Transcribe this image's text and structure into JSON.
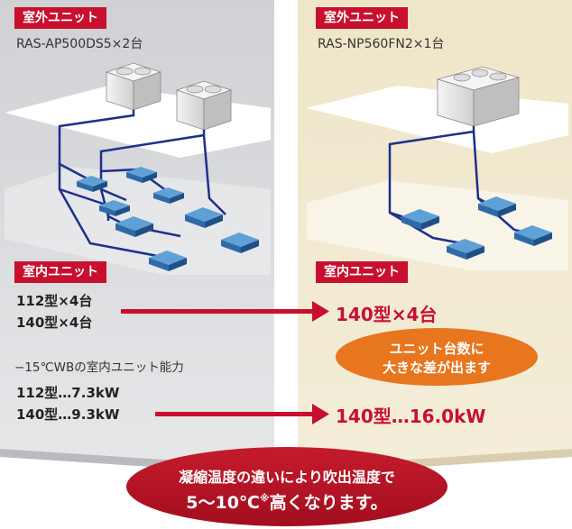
{
  "left": {
    "outdoor_tag": "室外ユニット",
    "outdoor_model": "RAS-AP500DS5×2台",
    "indoor_tag": "室内ユニット",
    "indoor_spec_1": "112型×4台",
    "indoor_spec_2": "140型×4台",
    "capacity_note": "−15℃WBの室内ユニット能力",
    "capacity_1": "112型…7.3kW",
    "capacity_2": "140型…9.3kW"
  },
  "right": {
    "outdoor_tag": "室外ユニット",
    "outdoor_model": "RAS-NP560FN2×1台",
    "indoor_tag": "室内ユニット",
    "indoor_spec": "140型×4台",
    "callout_line1": "ユニット台数に",
    "callout_line2": "大きな差が出ます",
    "capacity": "140型…16.0kW"
  },
  "footer": {
    "line1": "凝縮温度の違いにより吹出温度で",
    "line2_main": "5〜10℃",
    "line2_sup": "※",
    "line2_tail": "高くなります。"
  },
  "colors": {
    "accent_red": "#c8102e",
    "callout_orange": "#e8761e",
    "left_panel": "#e1e2e4",
    "right_panel": "#f0e7cd",
    "pipe_blue": "#1e2f8c"
  }
}
